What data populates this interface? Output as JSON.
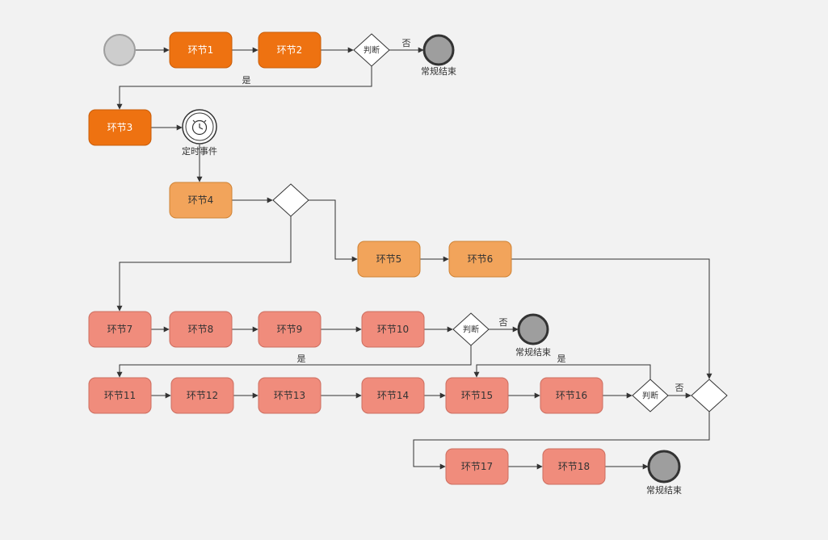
{
  "canvas": {
    "style": "background:#f2f2f2"
  },
  "colors": {
    "task_primary_fill": "#ee7211",
    "task_primary_stroke": "#c85d0a",
    "task_secondary_fill": "#f2a45b",
    "task_secondary_stroke": "#cf8335",
    "task_tertiary_fill": "#f08c7c",
    "task_tertiary_stroke": "#cc6e60",
    "gateway_fill": "#ffffff",
    "gateway_stroke": "#333333",
    "start_fill": "#cdcdcd",
    "start_stroke": "#9e9e9e",
    "end_fill": "#9e9e9e",
    "end_stroke": "#333333",
    "event_fill": "#ffffff",
    "connector": "#333333"
  },
  "tasks": [
    {
      "label": "环节1"
    },
    {
      "label": "环节2"
    },
    {
      "label": "环节3"
    },
    {
      "label": "环节4"
    },
    {
      "label": "环节5"
    },
    {
      "label": "环节6"
    },
    {
      "label": "环节7"
    },
    {
      "label": "环节8"
    },
    {
      "label": "环节9"
    },
    {
      "label": "环节10"
    },
    {
      "label": "环节11"
    },
    {
      "label": "环节12"
    },
    {
      "label": "环节13"
    },
    {
      "label": "环节14"
    },
    {
      "label": "环节15"
    },
    {
      "label": "环节16"
    },
    {
      "label": "环节17"
    },
    {
      "label": "环节18"
    }
  ],
  "gateways": {
    "judge1": "判断",
    "judge2": "判断",
    "judge3": "判断"
  },
  "events": {
    "timer_label": "定时事件",
    "end_label_1": "常规结束",
    "end_label_2": "常规结束",
    "end_label_3": "常规结束"
  },
  "edge_labels": {
    "yes": "是",
    "no": "否"
  }
}
